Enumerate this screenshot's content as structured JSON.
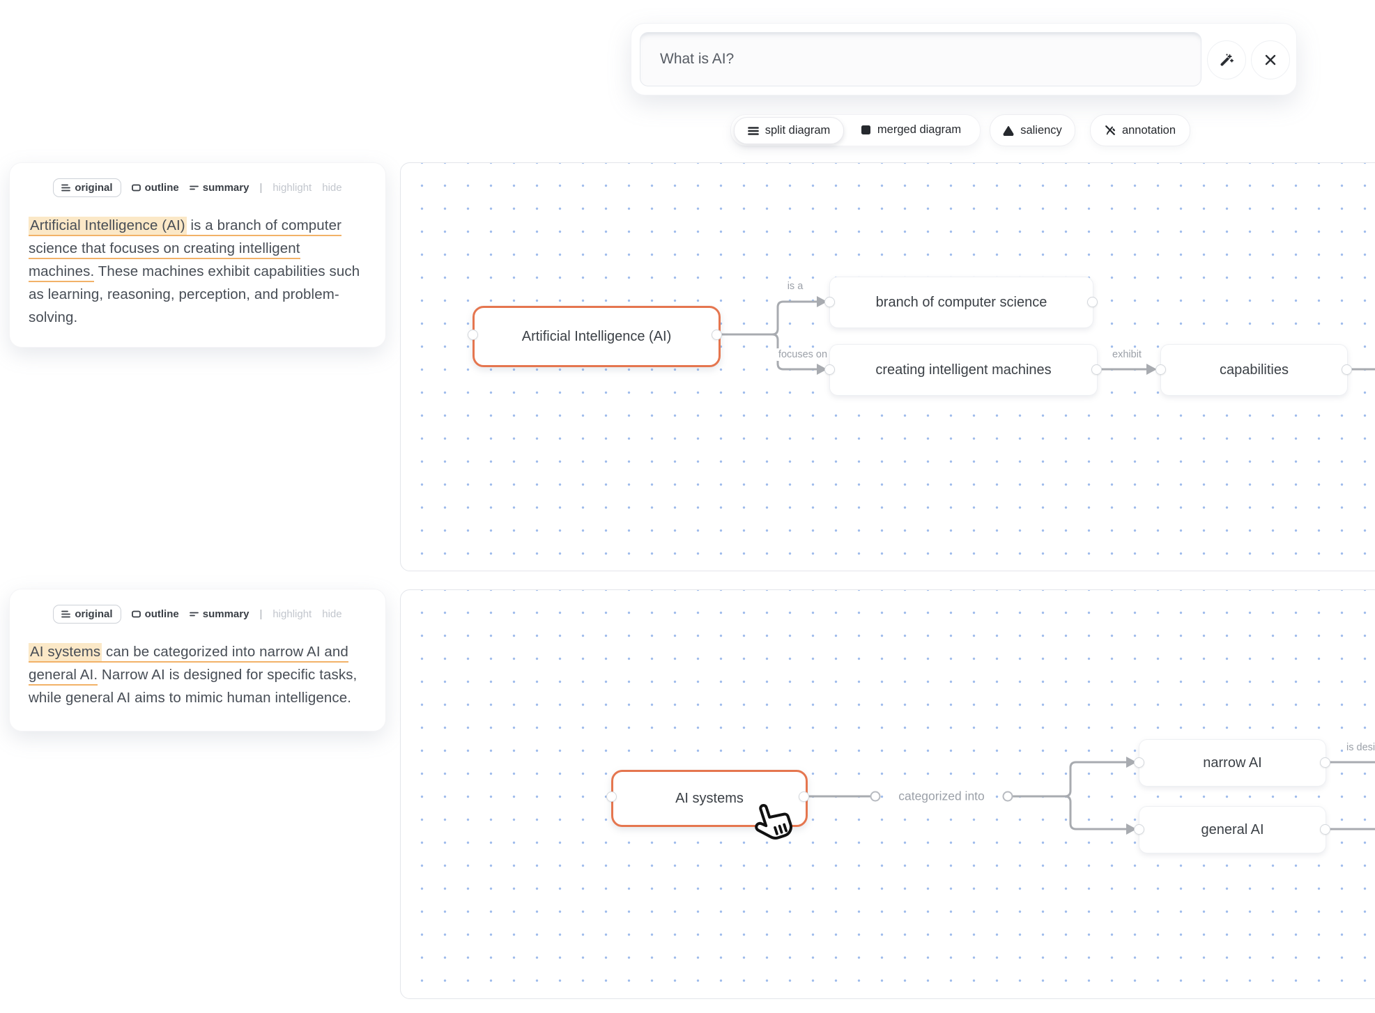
{
  "search": {
    "value": "What is AI?"
  },
  "toolbar": {
    "chips": [
      {
        "label": "split diagram",
        "icon": "list-lines-icon",
        "selected": true
      },
      {
        "label": "merged diagram",
        "icon": "filled-square-icon",
        "selected": false
      },
      {
        "label": "saliency",
        "icon": "blob-triangle-icon",
        "selected": false
      },
      {
        "label": "annotation",
        "icon": "pen-slash-icon",
        "selected": false
      }
    ]
  },
  "panels": [
    {
      "tabs": [
        {
          "label": "original",
          "active": true
        },
        {
          "label": "outline"
        },
        {
          "label": "summary"
        },
        {
          "label": "highlight",
          "muted": true
        },
        {
          "label": "hide",
          "muted": true
        }
      ],
      "separator": "|",
      "segments": [
        {
          "text": "Artificial Intelligence (AI)",
          "style": "highlight"
        },
        {
          "text": " is a branch of computer science that focuses on creating intelligent machines.",
          "style": "underline"
        },
        {
          "text": " These machines exhibit capabilities such as learning, reasoning, perception, and problem-solving.",
          "style": "plain"
        }
      ]
    },
    {
      "tabs": [
        {
          "label": "original",
          "active": true
        },
        {
          "label": "outline"
        },
        {
          "label": "summary"
        },
        {
          "label": "highlight",
          "muted": true
        },
        {
          "label": "hide",
          "muted": true
        }
      ],
      "separator": "|",
      "segments": [
        {
          "text": "AI systems",
          "style": "highlight"
        },
        {
          "text": " can be categorized into narrow AI and general AI.",
          "style": "underline"
        },
        {
          "text": " Narrow AI is designed for specific tasks, while general AI aims to mimic human intelligence.",
          "style": "plain"
        }
      ]
    }
  ],
  "canvases": [
    {
      "nodes": [
        {
          "label": "Artificial Intelligence (AI)",
          "highlighted": true
        },
        {
          "label": "branch of computer science"
        },
        {
          "label": "creating intelligent machines"
        },
        {
          "label": "capabilities"
        }
      ],
      "edge_labels": [
        {
          "label": "is a"
        },
        {
          "label": "focuses on"
        },
        {
          "label": "exhibit"
        }
      ]
    },
    {
      "nodes": [
        {
          "label": "AI systems",
          "highlighted": true
        },
        {
          "label": "narrow AI"
        },
        {
          "label": "general AI"
        }
      ],
      "edge_labels": [
        {
          "label": "categorized into"
        },
        {
          "label": "is designed"
        }
      ]
    }
  ],
  "colors": {
    "accent_orange": "#e5764f",
    "highlight_bg": "#fbe8c7",
    "underline_orange": "#f2b268",
    "edge_gray": "#a8abb0",
    "dot_blue": "#9fbcec"
  }
}
